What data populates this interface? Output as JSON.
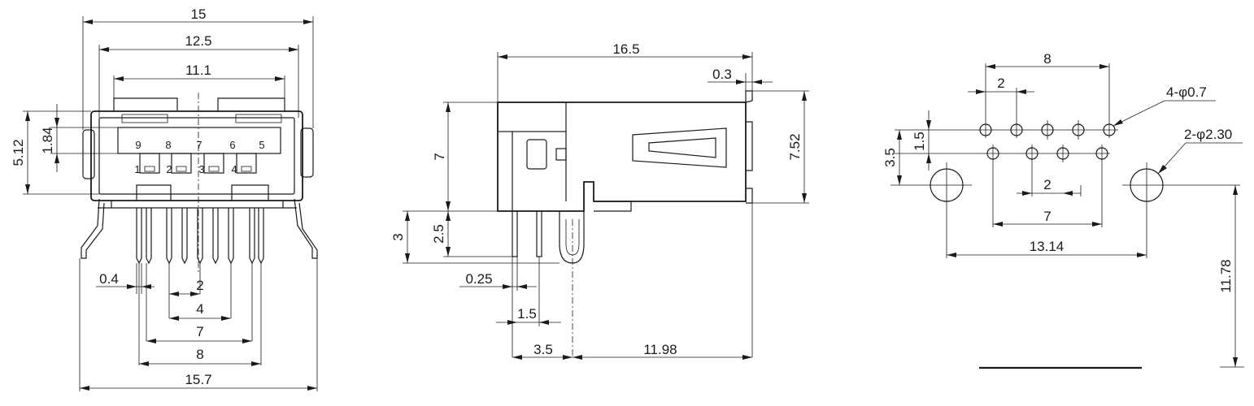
{
  "front_view": {
    "dims": {
      "w15": "15",
      "w12_5": "12.5",
      "w11_1": "11.1",
      "h5_12": "5.12",
      "h1_84": "1.84",
      "p0_4": "0.4",
      "p2": "2",
      "p4": "4",
      "p7": "7",
      "p8": "8",
      "w15_7": "15.7"
    },
    "pins_top": [
      "9",
      "8",
      "7",
      "6",
      "5"
    ],
    "pins_bottom": [
      "1",
      "2",
      "3",
      "4"
    ]
  },
  "side_view": {
    "dims": {
      "l16_5": "16.5",
      "t0_3": "0.3",
      "h7": "7",
      "h7_52": "7.52",
      "h3": "3",
      "h2_5": "2.5",
      "p0_25": "0.25",
      "p1_5": "1.5",
      "p3_5": "3.5",
      "l11_98": "11.98"
    }
  },
  "pcb_layout": {
    "dims": {
      "p8": "8",
      "p2_top": "2",
      "holes_small": "4-φ0.7",
      "holes_large": "2-φ2.30",
      "h3_5": "3.5",
      "h1_5": "1.5",
      "p2_bottom": "2",
      "p7": "7",
      "w13_14": "13.14",
      "h11_78": "11.78"
    }
  }
}
